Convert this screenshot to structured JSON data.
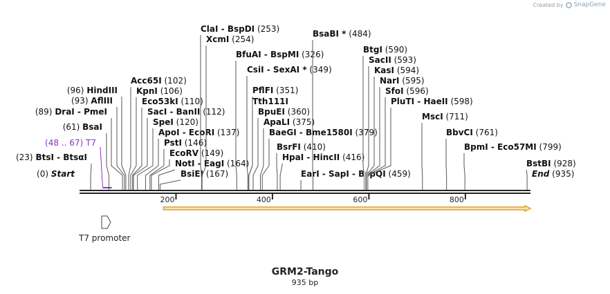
{
  "credit": {
    "created_by": "Created by",
    "brand": "SnapGene"
  },
  "title": "GRM2-Tango",
  "subtitle": "935 bp",
  "colors": {
    "line": "#222222",
    "tick": "#555555",
    "primer": "#8b2fc9",
    "arrow_fill": "#fbe3b0",
    "arrow_stroke": "#e3a22a"
  },
  "map": {
    "length": 935,
    "ruler_ticks": [
      {
        "pos": 200,
        "label": "200"
      },
      {
        "pos": 400,
        "label": "400"
      },
      {
        "pos": 600,
        "label": "600"
      },
      {
        "pos": 800,
        "label": "800"
      }
    ],
    "feature_arrow": {
      "start": 174,
      "end": 935
    },
    "promoter": {
      "label": "T7 promoter"
    },
    "primer": {
      "name": "T7",
      "range_text": "(48 .. 67)",
      "start": 48,
      "end": 67
    },
    "sites_left": [
      {
        "pos": 0,
        "name": "Start",
        "pos_text": "(0)",
        "italic": true
      },
      {
        "pos": 23,
        "name": "BtsI  -  BtsαI",
        "pos_text": "(23)"
      },
      {
        "pos": 61,
        "name": "BsaI",
        "pos_text": "(61)"
      },
      {
        "pos": 89,
        "name": "DraI  -  PmeI",
        "pos_text": "(89)"
      },
      {
        "pos": 93,
        "name": "AflIII",
        "pos_text": "(93)"
      },
      {
        "pos": 96,
        "name": "HindIII",
        "pos_text": "(96)"
      }
    ],
    "sites_right": [
      {
        "pos": 102,
        "name": "Acc65I",
        "pos_text": "(102)"
      },
      {
        "pos": 106,
        "name": "KpnI",
        "pos_text": "(106)"
      },
      {
        "pos": 110,
        "name": "Eco53kI",
        "pos_text": "(110)"
      },
      {
        "pos": 112,
        "name": "SacI  -  BanII",
        "pos_text": "(112)"
      },
      {
        "pos": 120,
        "name": "SpeI",
        "pos_text": "(120)"
      },
      {
        "pos": 137,
        "name": "ApoI  -  EcoRI",
        "pos_text": "(137)"
      },
      {
        "pos": 146,
        "name": "PstI",
        "pos_text": "(146)"
      },
      {
        "pos": 149,
        "name": "EcoRV",
        "pos_text": "(149)"
      },
      {
        "pos": 164,
        "name": "NotI  -  EagI",
        "pos_text": "(164)"
      },
      {
        "pos": 167,
        "name": "BsiEI",
        "pos_text": "(167)"
      },
      {
        "pos": 253,
        "name": "ClaI  -  BspDI",
        "pos_text": "(253)"
      },
      {
        "pos": 254,
        "name": "XcmI",
        "pos_text": "(254)"
      },
      {
        "pos": 326,
        "name": "BfuAI  -  BspMI",
        "pos_text": "(326)"
      },
      {
        "pos": 349,
        "name": "CsiI  -  SexAI *",
        "pos_text": "(349)"
      },
      {
        "pos": 351,
        "name": "PflFI",
        "pos_text": "(351)"
      },
      {
        "pos": 351,
        "name": "Tth111I",
        "pos_text": ""
      },
      {
        "pos": 360,
        "name": "BpuEI",
        "pos_text": "(360)"
      },
      {
        "pos": 375,
        "name": "ApaLI",
        "pos_text": "(375)"
      },
      {
        "pos": 379,
        "name": "BaeGI  -  Bme1580I",
        "pos_text": "(379)"
      },
      {
        "pos": 410,
        "name": "BsrFI",
        "pos_text": "(410)"
      },
      {
        "pos": 416,
        "name": "HpaI  -  HincII",
        "pos_text": "(416)"
      },
      {
        "pos": 459,
        "name": "EarI  -  SapI  -  BspQI",
        "pos_text": "(459)"
      },
      {
        "pos": 484,
        "name": "BsaBI *",
        "pos_text": "(484)"
      },
      {
        "pos": 590,
        "name": "BtgI",
        "pos_text": "(590)"
      },
      {
        "pos": 593,
        "name": "SacII",
        "pos_text": "(593)"
      },
      {
        "pos": 594,
        "name": "KasI",
        "pos_text": "(594)"
      },
      {
        "pos": 595,
        "name": "NarI",
        "pos_text": "(595)"
      },
      {
        "pos": 596,
        "name": "SfoI",
        "pos_text": "(596)"
      },
      {
        "pos": 598,
        "name": "PluTI  -  HaeII",
        "pos_text": "(598)"
      },
      {
        "pos": 711,
        "name": "MscI",
        "pos_text": "(711)"
      },
      {
        "pos": 761,
        "name": "BbvCI",
        "pos_text": "(761)"
      },
      {
        "pos": 799,
        "name": "BpmI  -  Eco57MI",
        "pos_text": "(799)"
      },
      {
        "pos": 928,
        "name": "BstBI",
        "pos_text": "(928)"
      },
      {
        "pos": 935,
        "name": "End",
        "pos_text": "(935)",
        "italic": true
      }
    ]
  }
}
